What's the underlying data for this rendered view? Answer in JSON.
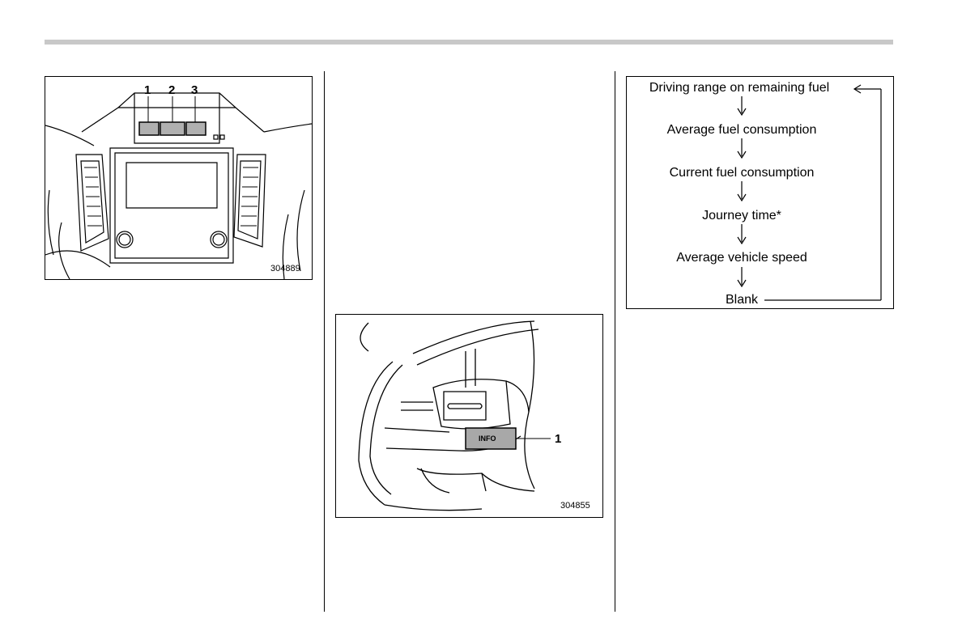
{
  "figure1": {
    "code": "304889",
    "callouts": [
      "1",
      "2",
      "3"
    ]
  },
  "figure2": {
    "code": "304855",
    "button_label": "INFO",
    "callout": "1"
  },
  "flowchart": {
    "items": [
      "Driving range on remaining fuel",
      "Average fuel consumption",
      "Current fuel consumption",
      "Journey time*",
      "Average vehicle speed",
      "Blank"
    ]
  }
}
